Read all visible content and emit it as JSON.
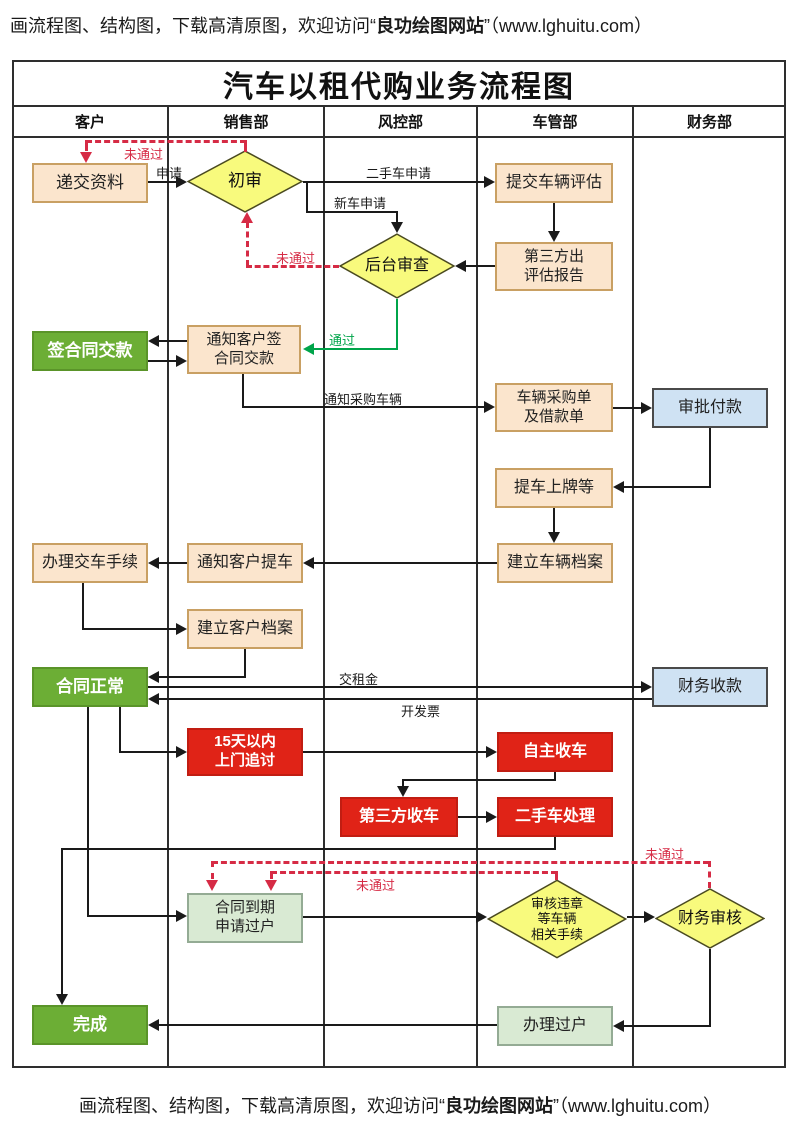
{
  "promo": {
    "prefix": "画流程图、结构图，下载高清原图，欢迎访问“",
    "brand": "良功绘图网站",
    "suffix": "”（www.lghuitu.com）"
  },
  "title": "汽车以租代购业务流程图",
  "lanes": [
    {
      "label": "客户"
    },
    {
      "label": "销售部"
    },
    {
      "label": "风控部"
    },
    {
      "label": "车管部"
    },
    {
      "label": "财务部"
    }
  ],
  "nodes": {
    "submit_docs": "递交资料",
    "initial_review": "初审",
    "backend_review": "后台审查",
    "submit_vehicle_eval": "提交车辆评估",
    "third_party_report": "第三方出\n评估报告",
    "sign_contract_pay": "签合同交款",
    "notify_sign_pay": "通知客户签\n合同交款",
    "purchase_loan_form": "车辆采购单\n及借款单",
    "approve_payment": "审批付款",
    "pickup_plate": "提车上牌等",
    "vehicle_file": "建立车辆档案",
    "notify_pickup": "通知客户提车",
    "delivery_procedure": "办理交车手续",
    "customer_file": "建立客户档案",
    "contract_normal": "合同正常",
    "chase_15days": "15天以内\n上门追讨",
    "self_repossess": "自主收车",
    "third_party_repossess": "第三方收车",
    "used_car_handle": "二手车处理",
    "contract_expire_transfer": "合同到期\n申请过户",
    "review_violation": "审核违章\n等车辆\n相关手续",
    "finance_review": "财务审核",
    "finance_collect": "财务收款",
    "handle_transfer": "办理过户",
    "done": "完成"
  },
  "edges": {
    "apply": "申请",
    "used_car_apply": "二手车申请",
    "new_car_apply": "新车申请",
    "fail": "未通过",
    "pass": "通过",
    "notify_purchase": "通知采购车辆",
    "pay_rent": "交租金",
    "invoice": "开发票"
  },
  "colors": {
    "process_fill": "#fbe5cd",
    "process_border": "#c9a063",
    "decision_fill": "#f8fa7d",
    "green_fill": "#6cae35",
    "red_fill": "#e02317",
    "blue_fill": "#cfe2f3",
    "lightgreen_fill": "#d9ead3",
    "fail_dash": "#d62b45",
    "pass_line": "#00a44a",
    "line": "#1a1a1a"
  }
}
